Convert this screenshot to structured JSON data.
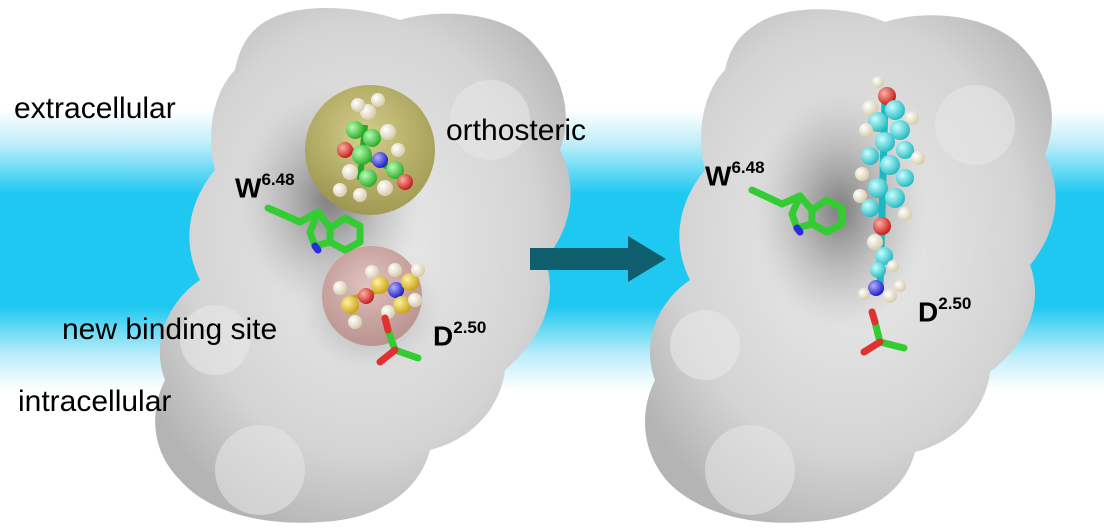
{
  "labels": {
    "extracellular": "extracellular",
    "intracellular": "intracellular",
    "orthosteric": "orthosteric",
    "new_site": "new binding site",
    "w_residue": "W",
    "w_superscript": "6.48",
    "d_residue": "D",
    "d_superscript": "2.50"
  },
  "colors": {
    "membrane": "#1ec8f0",
    "surface": "#d9d9d9",
    "surface_shadow": "#a9a9a9",
    "carbon_green": "#33cc33",
    "carbon_cyan": "#2fd6d6",
    "carbon_yellow": "#e6c82a",
    "oxygen": "#e03030",
    "nitrogen": "#2a2ae0",
    "hydrogen": "#efe6cc",
    "orthosteric_sphere": "#b8b050",
    "new_site_sphere": "#c08080",
    "arrow": "#0e5e6e"
  },
  "icons": {
    "arrow": "right-arrow-icon"
  }
}
